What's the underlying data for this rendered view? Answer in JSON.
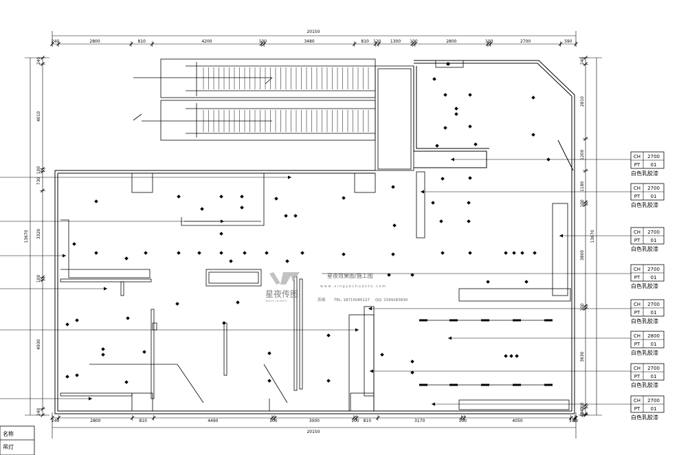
{
  "dimensions": {
    "top_total": "20150",
    "top": [
      "240",
      "2800",
      "810",
      "4200",
      "100",
      "3480",
      "810",
      "120",
      "1300",
      "100",
      "2800",
      "100",
      "2700",
      "590"
    ],
    "bottom_total": "20150",
    "bottom": [
      "240",
      "2800",
      "810",
      "4490",
      "100",
      "3000",
      "100",
      "810",
      "3170",
      "100",
      "4050",
      "150",
      "40"
    ],
    "left_total": "13670",
    "left": [
      "240",
      "4010",
      "100",
      "730",
      "3320",
      "100",
      "4930",
      "240"
    ],
    "right_total": "13670",
    "right": [
      "240",
      "2810",
      "1200",
      "1180",
      "100",
      "3800",
      "100",
      "3630",
      "100",
      "240",
      "40"
    ]
  },
  "ceiling_tags": [
    {
      "ch_label": "CH",
      "ch_value": "2700",
      "pt_label": "PT",
      "pt_value": "01",
      "material": "白色乳胶漆"
    },
    {
      "ch_label": "CH",
      "ch_value": "2700",
      "pt_label": "PT",
      "pt_value": "01",
      "material": "白色乳胶漆"
    },
    {
      "ch_label": "CH",
      "ch_value": "2700",
      "pt_label": "PT",
      "pt_value": "01",
      "material": "白色乳胶漆"
    },
    {
      "ch_label": "CH",
      "ch_value": "2700",
      "pt_label": "PT",
      "pt_value": "01",
      "material": "白色乳胶漆"
    },
    {
      "ch_label": "CH",
      "ch_value": "2700",
      "pt_label": "PT",
      "pt_value": "01",
      "material": "白色乳胶漆"
    },
    {
      "ch_label": "CH",
      "ch_value": "2800",
      "pt_label": "PT",
      "pt_value": "01",
      "material": "白色乳胶漆"
    },
    {
      "ch_label": "CH",
      "ch_value": "2700",
      "pt_label": "PT",
      "pt_value": "01",
      "material": "白色乳胶漆"
    },
    {
      "ch_label": "CH",
      "ch_value": "2700",
      "pt_label": "PT",
      "pt_value": "01",
      "material": "白色乳胶漆"
    }
  ],
  "legend": {
    "header": "名称",
    "row1": "吊灯"
  },
  "watermark": {
    "brand": "星夜传图",
    "brand_sub": "XINGYE CHUANTU",
    "title": "星夜效果图/施工图",
    "website": "w w w . x i n g y e c h u a n t u . c o m",
    "contact_name": "苏靖",
    "tel": "TEL: 18715085127",
    "qq": "QQ: 1599283830"
  }
}
